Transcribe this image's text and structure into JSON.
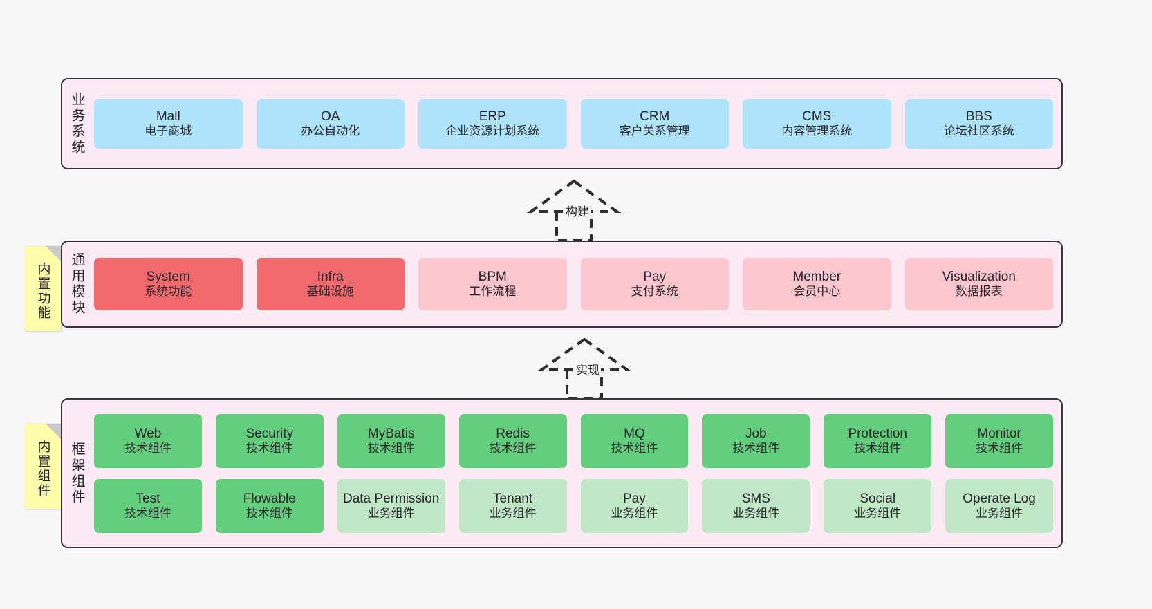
{
  "diagram": {
    "background": "#f7f7f7",
    "border_color": "#3a3440",
    "panel_color": "#fbeaf4",
    "sticky_color": "#fcfcab"
  },
  "layers": [
    {
      "id": "business-system",
      "title": "业务系统",
      "sticky": null,
      "rows": [
        [
          {
            "name": "Mall",
            "sub": "电子商城",
            "color": "#ade3fb",
            "tone": "blue"
          },
          {
            "name": "OA",
            "sub": "办公自动化",
            "color": "#ade3fb",
            "tone": "blue"
          },
          {
            "name": "ERP",
            "sub": "企业资源计划系统",
            "color": "#ade3fb",
            "tone": "blue"
          },
          {
            "name": "CRM",
            "sub": "客户关系管理",
            "color": "#ade3fb",
            "tone": "blue"
          },
          {
            "name": "CMS",
            "sub": "内容管理系统",
            "color": "#ade3fb",
            "tone": "blue"
          },
          {
            "name": "BBS",
            "sub": "论坛社区系统",
            "color": "#ade3fb",
            "tone": "blue"
          }
        ]
      ]
    },
    {
      "id": "common-module",
      "title": "通用模块",
      "sticky": "内置功能",
      "rows": [
        [
          {
            "name": "System",
            "sub": "系统功能",
            "color": "#f06a6e",
            "tone": "red"
          },
          {
            "name": "Infra",
            "sub": "基础设施",
            "color": "#f06a6e",
            "tone": "red"
          },
          {
            "name": "BPM",
            "sub": "工作流程",
            "color": "#fcc6cf",
            "tone": "pink"
          },
          {
            "name": "Pay",
            "sub": "支付系统",
            "color": "#fcc6cf",
            "tone": "pink"
          },
          {
            "name": "Member",
            "sub": "会员中心",
            "color": "#fcc6cf",
            "tone": "pink"
          },
          {
            "name": "Visualization",
            "sub": "数据报表",
            "color": "#fcc6cf",
            "tone": "pink"
          }
        ]
      ]
    },
    {
      "id": "framework-component",
      "title": "框架组件",
      "sticky": "内置组件",
      "rows": [
        [
          {
            "name": "Web",
            "sub": "技术组件",
            "color": "#63cd7e",
            "tone": "green"
          },
          {
            "name": "Security",
            "sub": "技术组件",
            "color": "#63cd7e",
            "tone": "green"
          },
          {
            "name": "MyBatis",
            "sub": "技术组件",
            "color": "#63cd7e",
            "tone": "green"
          },
          {
            "name": "Redis",
            "sub": "技术组件",
            "color": "#63cd7e",
            "tone": "green"
          },
          {
            "name": "MQ",
            "sub": "技术组件",
            "color": "#63cd7e",
            "tone": "green"
          },
          {
            "name": "Job",
            "sub": "技术组件",
            "color": "#63cd7e",
            "tone": "green"
          },
          {
            "name": "Protection",
            "sub": "技术组件",
            "color": "#63cd7e",
            "tone": "green"
          },
          {
            "name": "Monitor",
            "sub": "技术组件",
            "color": "#63cd7e",
            "tone": "green"
          }
        ],
        [
          {
            "name": "Test",
            "sub": "技术组件",
            "color": "#63cd7e",
            "tone": "green"
          },
          {
            "name": "Flowable",
            "sub": "技术组件",
            "color": "#63cd7e",
            "tone": "green"
          },
          {
            "name": "Data Permission",
            "sub": "业务组件",
            "color": "#bfe7c6",
            "tone": "green-light"
          },
          {
            "name": "Tenant",
            "sub": "业务组件",
            "color": "#bfe7c6",
            "tone": "green-light"
          },
          {
            "name": "Pay",
            "sub": "业务组件",
            "color": "#bfe7c6",
            "tone": "green-light"
          },
          {
            "name": "SMS",
            "sub": "业务组件",
            "color": "#bfe7c6",
            "tone": "green-light"
          },
          {
            "name": "Social",
            "sub": "业务组件",
            "color": "#bfe7c6",
            "tone": "green-light"
          },
          {
            "name": "Operate Log",
            "sub": "业务组件",
            "color": "#bfe7c6",
            "tone": "green-light"
          }
        ]
      ]
    }
  ],
  "connectors": [
    {
      "id": "build",
      "label": "构建",
      "style": "dashed-generalization",
      "from": "common-module",
      "to": "business-system"
    },
    {
      "id": "implement",
      "label": "实现",
      "style": "dashed-generalization",
      "from": "framework-component",
      "to": "common-module"
    }
  ]
}
